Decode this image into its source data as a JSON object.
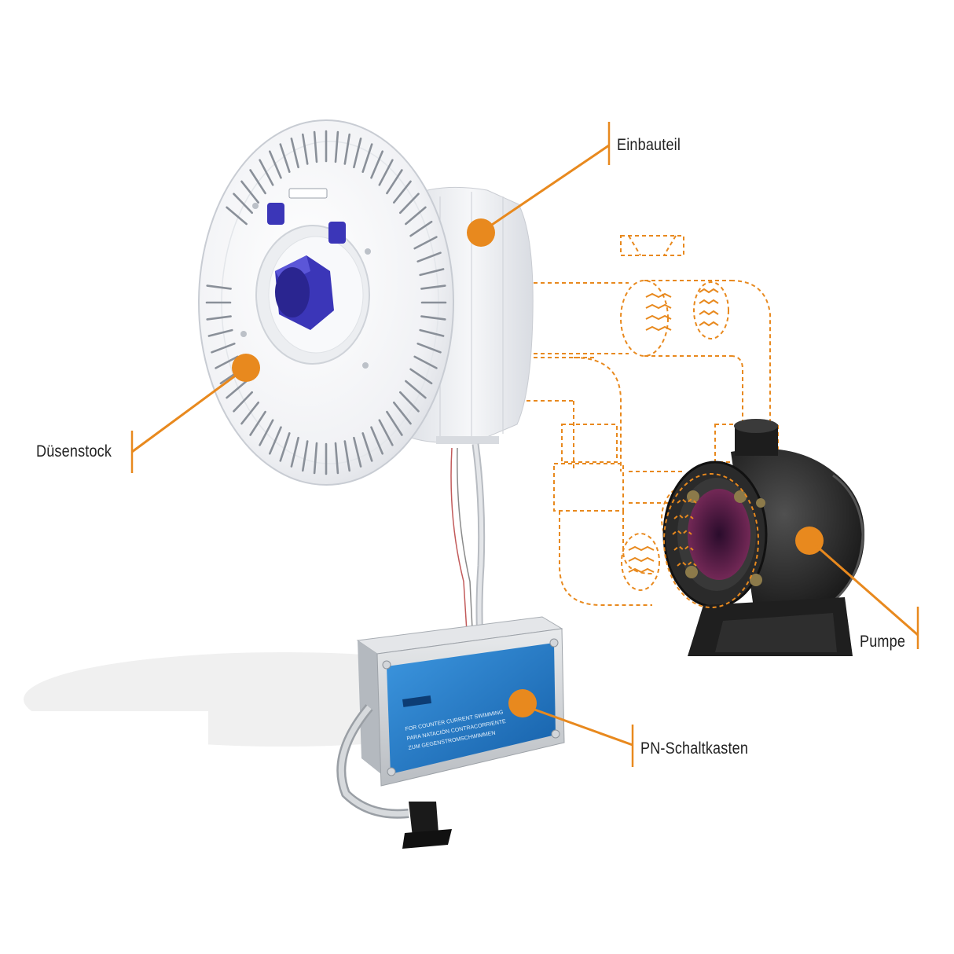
{
  "title": "",
  "labels": {
    "einbauteil": "Einbauteil",
    "duesenstock": "Düsenstock",
    "pumpe": "Pumpe",
    "schaltkasten": "PN-Schaltkasten"
  },
  "panel_text": {
    "line1": "FOR COUNTER CURRENT SWIMMING",
    "line2": "PARA NATACIÓN CONTRACORRIENTE",
    "line3": "ZUM GEGENSTROMSCHWIMMEN"
  },
  "colors": {
    "accent": "#e8891e",
    "pump": "#2b2b2b",
    "nozzle": "#3b36b8",
    "panel": "#1e77c4",
    "housing": "#eef0f3"
  }
}
